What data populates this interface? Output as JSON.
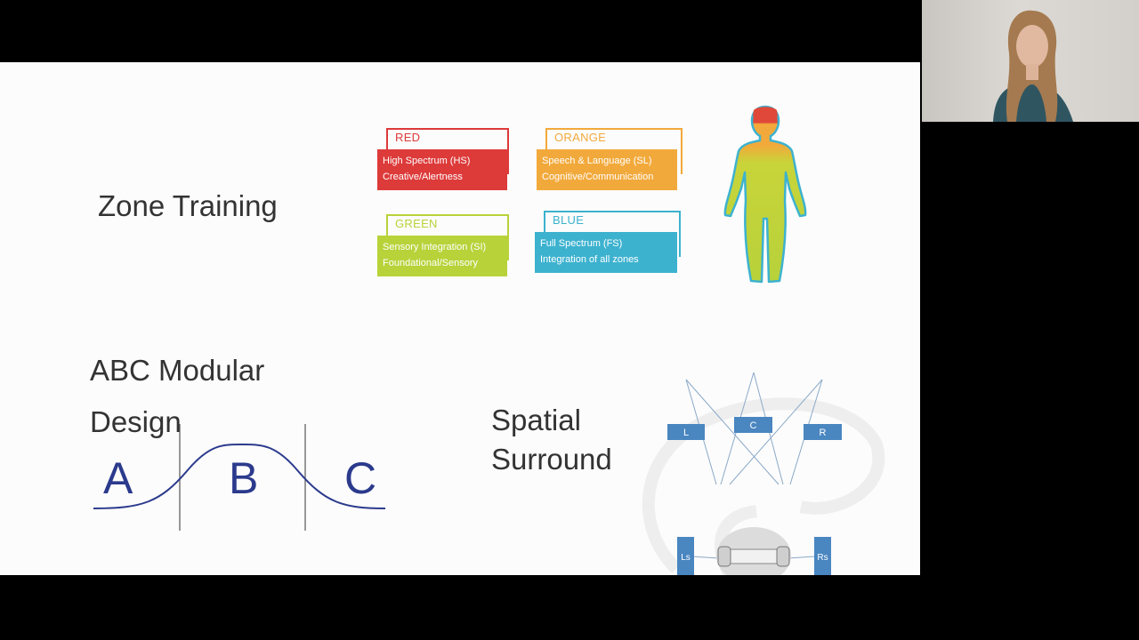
{
  "slide": {
    "zone_training": {
      "heading": "Zone Training",
      "zones": [
        {
          "tag": "RED",
          "line1": "High Spectrum (HS)",
          "line2": "Creative/Alertness",
          "color": "#dd3a3a"
        },
        {
          "tag": "ORANGE",
          "line1": "Speech & Language (SL)",
          "line2": "Cognitive/Communication",
          "color": "#f2a93b"
        },
        {
          "tag": "GREEN",
          "line1": "Sensory Integration (SI)",
          "line2": "Foundational/Sensory",
          "color": "#b8d23a"
        },
        {
          "tag": "BLUE",
          "line1": "Full Spectrum (FS)",
          "line2": "Integration of all zones",
          "color": "#3db2cf"
        }
      ]
    },
    "abc": {
      "heading_line1": "ABC Modular",
      "heading_line2": "Design",
      "letters": [
        "A",
        "B",
        "C"
      ],
      "color": "#2b3a8c"
    },
    "spatial": {
      "heading_line1": "Spatial",
      "heading_line2": "Surround",
      "speakers": [
        "L",
        "C",
        "R",
        "Ls",
        "Rs"
      ],
      "speaker_color": "#4a86c0"
    }
  }
}
